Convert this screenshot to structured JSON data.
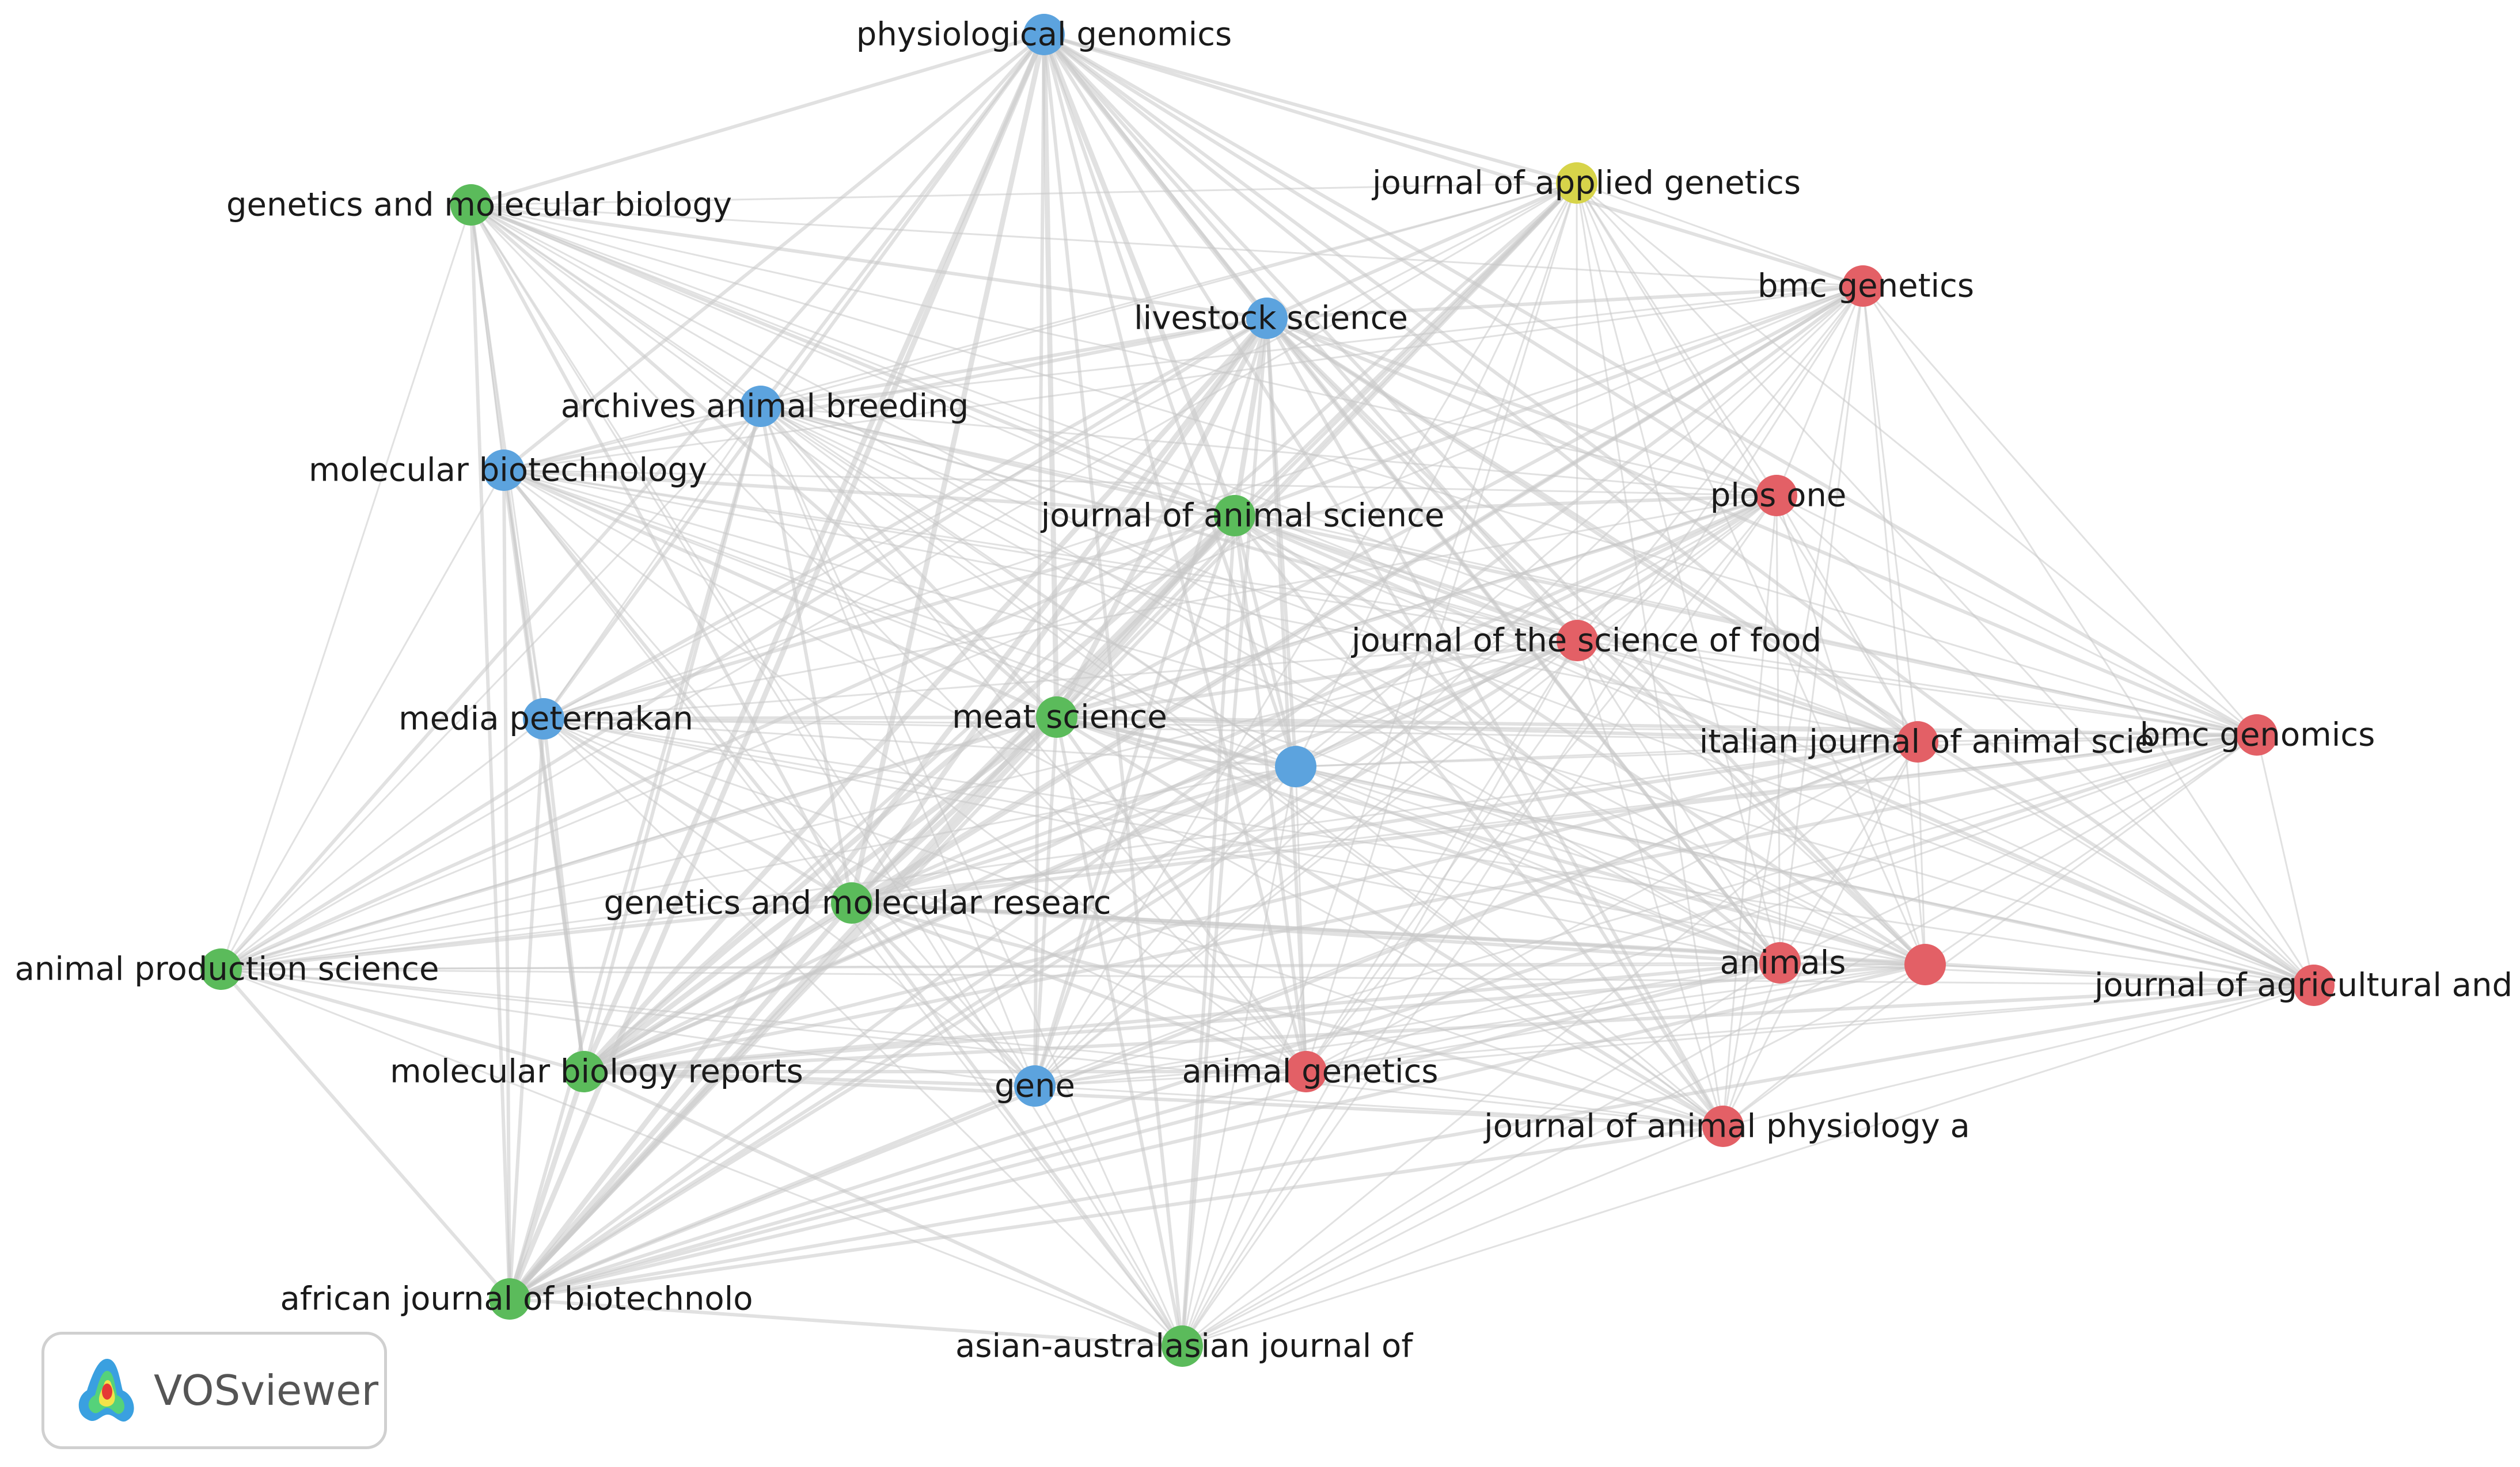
{
  "clusters": {
    "1": "#e36066",
    "2": "#5bbb5b",
    "3": "#5ca3de",
    "4": "#d7d44a"
  },
  "edge_color": "#c8c8c8",
  "nodes": [
    {
      "id": "physiological-genomics",
      "label": "physiological genomics",
      "cluster": "3"
    },
    {
      "id": "genetics-and-molecular-biology",
      "label": "genetics and molecular biology",
      "cluster": "2"
    },
    {
      "id": "journal-of-applied-genetics",
      "label": "journal of applied genetics",
      "cluster": "4"
    },
    {
      "id": "bmc-genetics",
      "label": "bmc genetics",
      "cluster": "1"
    },
    {
      "id": "livestock-science",
      "label": "livestock science",
      "cluster": "3"
    },
    {
      "id": "archives-animal-breeding",
      "label": "archives animal breeding",
      "cluster": "3"
    },
    {
      "id": "molecular-biotechnology",
      "label": "molecular biotechnology",
      "cluster": "3"
    },
    {
      "id": "journal-of-animal-science",
      "label": "journal of animal science",
      "cluster": "2"
    },
    {
      "id": "plos-one",
      "label": "plos one",
      "cluster": "1"
    },
    {
      "id": "journal-of-the-science-of-food",
      "label": "journal of the science of food",
      "cluster": "1"
    },
    {
      "id": "media-peternakan",
      "label": "media peternakan",
      "cluster": "3"
    },
    {
      "id": "meat-science",
      "label": "meat science",
      "cluster": "2"
    },
    {
      "id": "unlabeled-blue",
      "label": "",
      "cluster": "3"
    },
    {
      "id": "italian-journal-of-animal-scie",
      "label": "italian journal of animal scie",
      "cluster": "1"
    },
    {
      "id": "bmc-genomics",
      "label": "bmc genomics",
      "cluster": "1"
    },
    {
      "id": "genetics-and-molecular-researc",
      "label": "genetics and molecular researc",
      "cluster": "2"
    },
    {
      "id": "animal-production-science",
      "label": "animal production science",
      "cluster": "2"
    },
    {
      "id": "animals",
      "label": "animals",
      "cluster": "1"
    },
    {
      "id": "unlabeled-red",
      "label": "",
      "cluster": "1"
    },
    {
      "id": "journal-of-agricultural-and",
      "label": "journal of agricultural and",
      "cluster": "1"
    },
    {
      "id": "molecular-biology-reports",
      "label": "molecular biology reports",
      "cluster": "2"
    },
    {
      "id": "gene",
      "label": "gene",
      "cluster": "3"
    },
    {
      "id": "animal-genetics",
      "label": "animal genetics",
      "cluster": "1"
    },
    {
      "id": "journal-of-animal-physiology-a",
      "label": "journal of animal physiology a",
      "cluster": "1"
    },
    {
      "id": "african-journal-of-biotechnolo",
      "label": "african journal of biotechnolo",
      "cluster": "2"
    },
    {
      "id": "asian-australasian-journal-of",
      "label": "asian-australasian journal of",
      "cluster": "2"
    }
  ],
  "logo": {
    "text": "VOSviewer"
  }
}
